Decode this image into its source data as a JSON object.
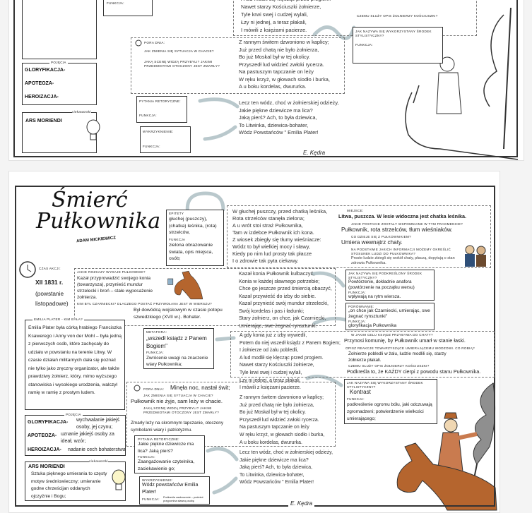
{
  "top_sheet": {
    "pojecia_label": "Pojęcia",
    "glorification": "GLORYFIKACJA-",
    "apotheosis": "APOTEOZA-",
    "heroization": "HEROIZACJA-",
    "ciekawostki_label": "ciekawostki",
    "ars_moriendi": "ARS MORIENDI",
    "funkcja": "Funkcja:",
    "pora_dnia": "Pora dnia:",
    "q_situation": "Jak zmienia się sytuacja w chacie?",
    "q_scene": "Jaką scenę widzą przybyli? Jakimi przedmiotami otoczony jest zmarły?",
    "pytania_retoryczne": "Pytania retoryczne:",
    "wykrzyknienie": "Wykrzyknienie:",
    "q_soldiers": "Czemu służy opis żołnierzy Kościuszki?",
    "q_device": "Jak nazywa się wykorzystany środek stylistyczny?",
    "poem_a": "A lud modlił się klęcząc przed progiem.\nNawet starzy Kościuszki żołnierze,\nTyle krwi swej i cudzej wylali,\nŁzy ni jednej, a teraz płakali,\nI mówili z księżami pacierze.",
    "poem_b": "Z rannym świtem dzwoniono w kaplicy;\nJuż przed chatą nie było żołnierza,\nBo już Moskal był w tej okolicy.\nPrzyszedł lud widzieć zwłoki rycerza.\nNa pastuszym tapczanie on leży\nW ręku krzyż, w głowach siodło i burka,\nA u boku kordelas, dwururka.",
    "poem_c": "Lecz ten wódz, choć w żołnierskiej odzieży,\nJakie piękne dziewicze ma lica?\nJaką pierś?   Ach, to była dziewica,\nTo Litwinka, dziewica-bohater,\nWódz Powstańców \" Emilia Plater!",
    "signature": "E. Kędra"
  },
  "bottom_sheet": {
    "title_line1": "Śmierć",
    "title_line2": "Pułkownika",
    "author": "ADAM MICKIEWICZ",
    "epitety_label": "Epitety",
    "epitety_text": "głuchej (puszczy), (chatka) leśnika, (rota) strzelców,",
    "funkcja_label": "Funkcja",
    "funkcja_text": "zielona obrazowanie świata, opis miejsca, osób;",
    "poem_1": "W głuchej puszczy, przed chatką leśnika,\nRota strzelców stanęła zielona;\nA u wrót stoi straż Pułkownika,\nTam w izdebce Pułkownik ich kona.\nZ wiosek zbiegły się tłumy wieśniacze:\nWódz to był wielkiej mocy i sławy,\nKiedy po nim lud prosty tak płacze\nI o zdrowie tak pyta ciekawy.",
    "miejsce_label": "Miejsce:",
    "miejsce_text": "Litwa, puszcza. W lesie widoczna jest chatka leśnika.",
    "q_characters": "Jakie postacie zostały wspomniane w tym fragmencie?",
    "characters_text": "Pułkownik, rota strzelców, tłum wieśniaków.",
    "q_happens": "Co dzieje się z Pułkownikiem?",
    "happens_text": "Umiera wewnątrz chaty.",
    "q_reaction": "Na podstawie jakich informacji możemy określić stosunek ludzi do Pułkownika?",
    "reaction_text": "Proste ludzie zbiegli się wokół chaty, płaczą, dopytują o stan zdrowia Pułkownika.",
    "czas_akcji_label": "Czas akcji:",
    "czas_akcji_date": "XII 1831 r.",
    "czas_akcji_note": "(powstanie listopadowe)",
    "q_wishes": "Jakie rozkazy wydaje Pułkownik?",
    "wishes_text": "Kazał przyprowadzić swojego konia (towarzysza), przynieść mundur strzelecki i broń – stałe wyposażenie żołnierza.",
    "q_czarniecki": "Kim był Czarniecki? Dlaczego postać przywołana jest w wierszu?",
    "czarniecki_text": "Był dowódcą wojskowym w czasie potopu szwedzkiego (XVII w.). Bohater.",
    "poem_2": "Kazał konia Pułkownik kulbaczyć,\nKonia w każdej sławnego potrzebie;\nChce go jeszcze przed śmiercią obaczyć,\nKazał przywieść do izby do siebie.\nKazał przynieść swój mundur strzelecki,\nSwój kordelas i pas i ładunki;\nStary żołnierz, on chce, jak Czarniecki,\nUmierając, swe żegnać rynsztunki.",
    "q_device_name": "Jak nazywa się podkreślony środek stylistyczny?",
    "device_text": "Powtórzenie, dokładnie anafora (powtórzenie na początku wersu)",
    "device_funkcja": "Funkcja:",
    "device_func_text": "wpływają na rytm wiersza.",
    "porownanie_label": "Porównanie:",
    "porownanie_text": "„on chce jak Czarniecki, umierając, swe żegnać rynsztunki\"",
    "porownanie_func_label": "Funkcja:",
    "porownanie_func_text": "gloryfikacja Pułkownika",
    "emilia_heading": "Emilia Plater - kim była?",
    "emilia_text": "Emilia Plater była córką hrabiego Franciszka Ksawerego i Anny von der Mohl – była jedną z pierwszych osób, które zachęcały do udziału w powstaniu na terenie Litwy. W czasie działań militarnych dała się poznać nie tylko jako zręczny organizator, ale także prawdziwy żołnierz, który, mimo wyższego stanowiska i wysokiego urodzenia, walczył ramię w ramię z prostym ludem.",
    "metafora_label": "Metafora:",
    "metafora_text": "„wszedł ksiądz z Panem Bogiem\"",
    "metafora_func_label": "Funkcja:",
    "metafora_func_text": "Zwrócenie uwagi na znaczenie wiary Pułkownika;",
    "poem_3": "A gdy konia już z izby wywiedli,\nPotem do niej wszedł ksiądz z Panem Bogiem;\nI żołnierze od żalu pobledli,\nA lud modlił się klęcząc przed progiem.\nNawet starzy Kościuszki żołnierze,\nTyle krwi swej i cudzej wylali,\nŁzy ni jednej, a teraz płakali,\nI mówili z księżami pacierze.",
    "q_priest": "W jakim celu ksiądz przybywa do chaty?",
    "priest_text": "Przynosi komunię, by Pułkownik umarł w stanie łaski.",
    "q_reactions": "Opisz reakcje towarzyszące umierającemu wodzowi. Co robią?",
    "reactions_text": "Żołnierze pobledli w żalu, ludzie modlili się, starzy żołnierze płakali.",
    "q_soldiers": "Czemu służy opis żołnierzy Kościuszki?",
    "soldiers_text": "Podkreśla to, że KAŻDY cierpi z powodu stanu Pułkownika.",
    "q_device2": "Jak nazywa się wykorzystany środek stylistyczny?",
    "device2_text": "Kontrast",
    "device2_func_label": "Funkcja:",
    "device2_func_text": "podkreślenie ogromu bólu, jaki odczuwają zgromadzeni; potwierdzenie wielkości umierającego;",
    "pora_dnia_label": "Pora dnia:",
    "pora_dnia_text": "Minęła noc, nastał świt;",
    "q_situation": "Jak zmienia się sytuacja w chacie?",
    "situation_text": "Pułkownik nie żyje, sam leży w chacie.",
    "q_scene": "Jaką scenę widzą przybyli? Jakimi przedmiotami otoczony jest zmarły?",
    "scene_text": "Zmarły leży na skromnym tapczanie, otoczony symbolami wiary i patriotyzmu.",
    "poem_4": "Z rannym świtem dzwoniono w kaplicy;\nJuż przed chatą nie było żołnierza,\nBo już Moskal był w tej okolicy.\nPrzyszedł lud widzieć zwłoki rycerza.\nNa pastuszym tapczanie on leży\nW ręku krzyż, w głowach siodło i burka,\nA u boku kordelas, dwururka.",
    "pojecia_label": "Pojęcia",
    "glorification": "GLORYFIKACJA-",
    "glorification_def": "wychwalanie jakiejś osoby, jej czynu;",
    "apotheosis": "APOTEOZA-",
    "apotheosis_def": "uznanie jakiejś osoby za ideał, wzór;",
    "heroization": "HEROIZACJA-",
    "heroization_def": "nadanie cech bohaterstwa",
    "rhetorical_label": "Pytania retoryczne:",
    "rhetorical_text": "Jakie piękne dziewicze ma lica? Jaką pierś?",
    "rhetorical_func_label": "Funkcja:",
    "rhetorical_func_text": "Zaangażowanie czytelnika, zaciekawienie go;",
    "exclamation_label": "Wykrzyknienie:",
    "exclamation_text": "Wódz powstańców Emilia Plater!",
    "exclamation_func_label": "Funkcja:",
    "exclamation_func_text": "Podkreśla zaskoczenie – podmiot przypomina sławną osobę",
    "ciekawostki_label": "ciekawostki",
    "ars_moriendi": "ARS MORIENDI",
    "ars_text": "Sztuka pięknego umierania to częsty motyw średniowieczny; umieranie godne chrześcijan oddanych ojczyźnie i Bogu;",
    "poem_5": "Lecz ten wódz, choć w żołnierskiej odzieży,\nJakie piękne dziewicze ma lica?\nJaką pierś?   Ach, to była dziewica,\nTo Litwinka, dziewica-bohater,\nWódz Powstańców \" Emilia Plater!",
    "signature": "E. Kędra"
  },
  "colors": {
    "arrow": "#b9c8cc",
    "horse": "#b5652e",
    "uniform": "#c97b4f",
    "flag": "#8f8f8f"
  }
}
